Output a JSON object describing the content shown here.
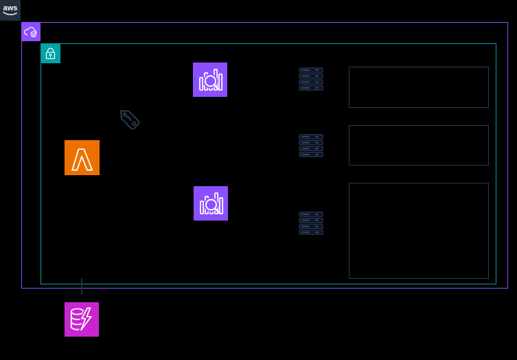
{
  "app": {
    "background": "#000000"
  },
  "logo": {
    "label": "aws",
    "bg": "#232F3E",
    "color": "#FFFFFF"
  },
  "colors": {
    "app-bg": "#000000",
    "logo-bg": "#232F3E",
    "vpc-border": "#8C4FFF",
    "subnet-border": "#00A4A6",
    "node-purple": "#8C4FFF",
    "node-orange": "#ED7100",
    "node-magenta": "#C925D1",
    "dark-line": "#232F3E",
    "box-border": "#2A3A5C"
  },
  "diagram": {
    "containers": [
      {
        "icon": "cloud-cube-icon",
        "border_color": "#8C4FFF"
      },
      {
        "icon": "padlock-icon",
        "border_color": "#00A4A6"
      }
    ],
    "nodes": [
      {
        "icon": "chart-magnifier-icon",
        "bg": "#8C4FFF"
      },
      {
        "icon": "price-tag-icon",
        "bg": "transparent",
        "stroke": "#232F3E"
      },
      {
        "icon": "lambda-icon",
        "bg": "#ED7100"
      },
      {
        "icon": "chart-magnifier-icon",
        "bg": "#8C4FFF"
      },
      {
        "icon": "server-stack-icon",
        "bg": "transparent",
        "stroke": "#2A3A5C"
      },
      {
        "icon": "server-stack-icon",
        "bg": "transparent",
        "stroke": "#2A3A5C"
      },
      {
        "icon": "server-stack-icon",
        "bg": "transparent",
        "stroke": "#2A3A5C"
      },
      {
        "icon": "database-bolt-icon",
        "bg": "#C925D1"
      }
    ],
    "empty_boxes": 3,
    "connectors": 1
  }
}
